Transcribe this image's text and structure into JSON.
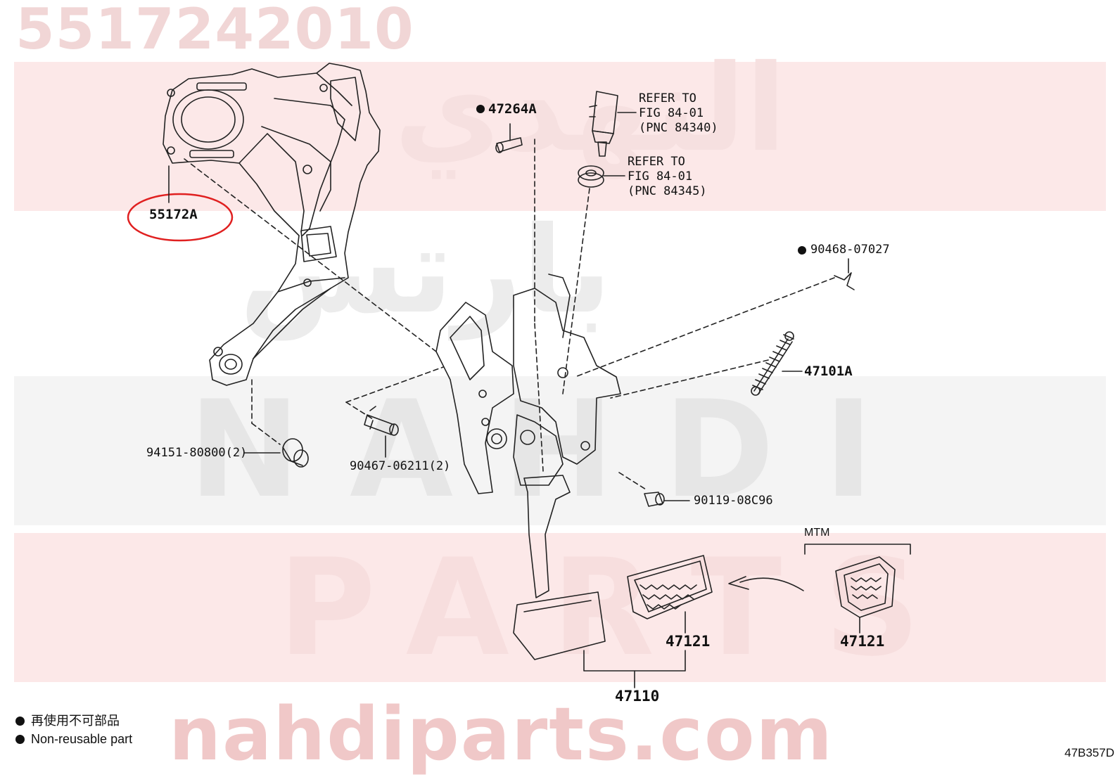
{
  "watermark": {
    "part_number": "5517242010",
    "arabic_brand_top": "النهدي",
    "arabic_brand_bottom": "بارتس",
    "latin_brand_top": "NAHDI",
    "latin_brand_bottom": "PARTS",
    "website": "nahdiparts.com",
    "band_color": "#fce8e8",
    "text_color": "#f0c8c8"
  },
  "callouts": {
    "p55172A": "55172A",
    "p47264A": "47264A",
    "refer1_line1": "REFER TO",
    "refer1_line2": "FIG 84-01",
    "refer1_line3": "(PNC 84340)",
    "refer2_line1": "REFER TO",
    "refer2_line2": "FIG 84-01",
    "refer2_line3": "(PNC 84345)",
    "p90468": "90468-07027",
    "p47101A": "47101A",
    "p94151": "94151-80800(2)",
    "p90467": "90467-06211(2)",
    "p90119": "90119-08C96",
    "mtm": "MTM",
    "p47121_left": "47121",
    "p47121_right": "47121",
    "p47110": "47110"
  },
  "highlight": {
    "target": "55172A",
    "color": "#e02020"
  },
  "legend": {
    "line1": "再使用不可部品",
    "line2": "Non-reusable part"
  },
  "figure_code": "47B357D"
}
